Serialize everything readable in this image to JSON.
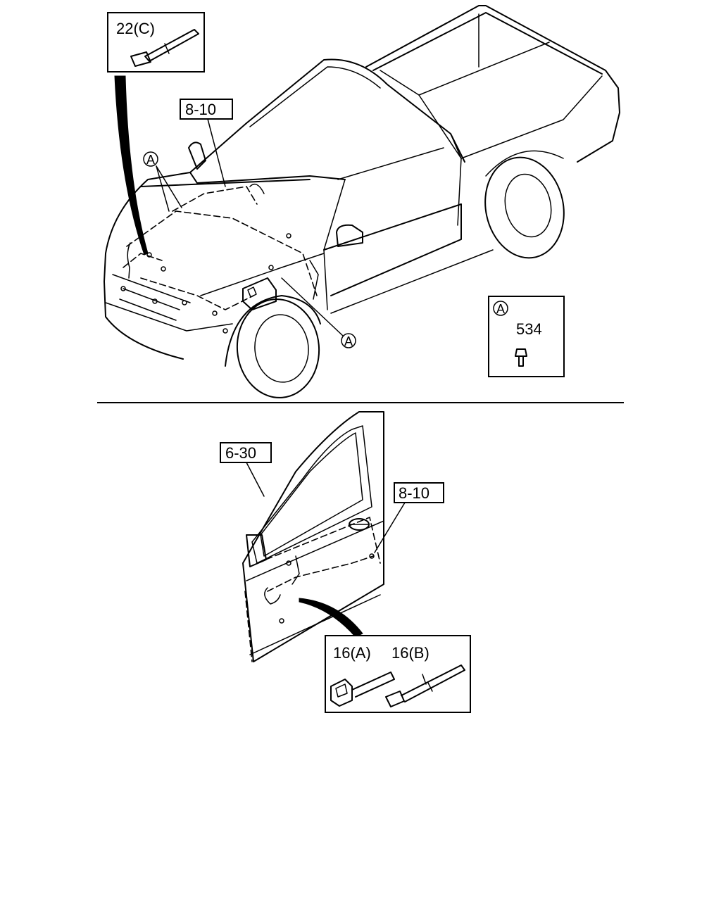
{
  "callouts": {
    "clip_22c": "22(C)",
    "ref_8_10_top": "8-10",
    "marker_a_1": "A",
    "marker_a_2": "A",
    "detail_a_marker": "A",
    "detail_a_part": "534",
    "ref_6_30": "6-30",
    "ref_8_10_door": "8-10",
    "clip_16a": "16(A)",
    "clip_16b": "16(B)"
  }
}
